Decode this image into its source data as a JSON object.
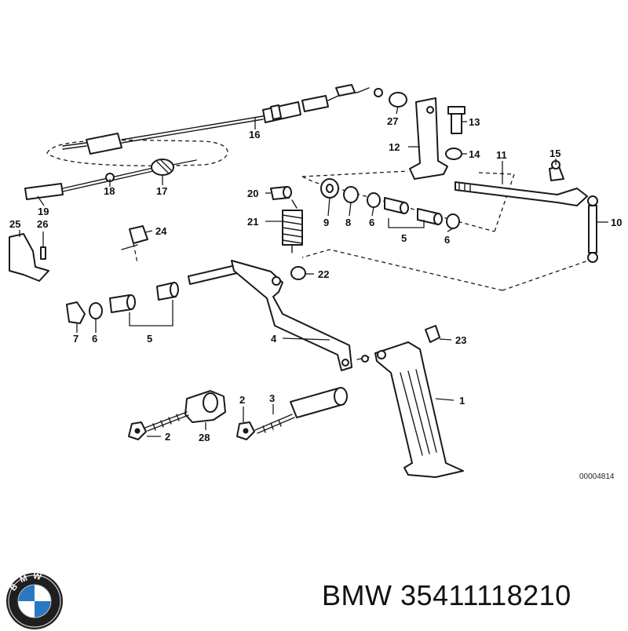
{
  "callouts": {
    "c1": "1",
    "c2a": "2",
    "c2b": "2",
    "c3": "3",
    "c4": "4",
    "c5a": "5",
    "c5b": "5",
    "c6a": "6",
    "c6b": "6",
    "c6c": "6",
    "c7": "7",
    "c8": "8",
    "c9": "9",
    "c10": "10",
    "c11": "11",
    "c12": "12",
    "c13": "13",
    "c14": "14",
    "c15": "15",
    "c16": "16",
    "c17": "17",
    "c18": "18",
    "c19": "19",
    "c20": "20",
    "c21": "21",
    "c22": "22",
    "c23": "23",
    "c24": "24",
    "c25": "25",
    "c26": "26",
    "c27": "27",
    "c28": "28"
  },
  "diagram_ref": "00004814",
  "logo": {
    "icon": "bmw-roundel-icon",
    "letters": "BMW",
    "colors": {
      "blue": "#2a78c4",
      "black": "#111111"
    }
  },
  "footer": {
    "text": "BMW 35411118210"
  }
}
